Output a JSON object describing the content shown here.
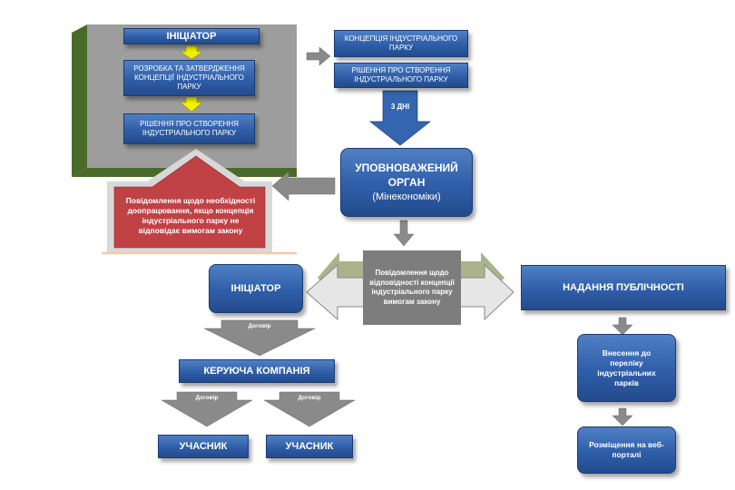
{
  "colors": {
    "box_blue": "#2f5ea8",
    "panel_gray": "#9d9d9d",
    "panel_green": "#4a6a2a",
    "notice_red": "#c04245",
    "arrow_gray": "#8a8a8a",
    "arrow_yellow": "#f2f200",
    "line_peach": "#f3c9a8"
  },
  "top_left": {
    "initiator": "ІНІЦІАТОР",
    "concept_dev": "РОЗРОБКА ТА ЗАТВЕРДЖЕННЯ КОНЦЕПЦІЇ ІНДУСТРІАЛЬНОГО ПАРКУ",
    "creation_decision": "РІШЕННЯ ПРО СТВОРЕННЯ ІНДУСТРІАЛЬНОГО ПАРКУ"
  },
  "top_right": {
    "concept": "КОНЦЕПЦІЯ ІНДУСТРІАЛЬНОГО ПАРКУ",
    "decision": "РІШЕННЯ ПРО СТВОРЕННЯ ІНДУСТРІАЛЬНОГО ПАРКУ",
    "days_arrow": "3 ДНІ"
  },
  "authority": {
    "title": "УПОВНОВАЖЕНИЙ ОРГАН",
    "subtitle": "(Мінекономіки)"
  },
  "rework_notice": "Повідомлення щодо необхідності доопрацювання, якщо концепція індустріального парку не відповідає вимогам закону",
  "compliance_notice": "Повідомлення щодо відповідності концепції індустріального парку вимогам закону",
  "bottom_left": {
    "initiator": "ІНІЦІАТОР",
    "contract_1": "Договір",
    "managing_company": "КЕРУЮЧА КОМПАНІЯ",
    "contract_2": "Договір",
    "contract_3": "Договір",
    "participant_1": "УЧАСНИК",
    "participant_2": "УЧАСНИК"
  },
  "bottom_right": {
    "publicity": "НАДАННЯ ПУБЛІЧНОСТІ",
    "registry": "Внесення до переліку індустріальних парків",
    "web_portal": "Розміщення на веб-порталі"
  }
}
